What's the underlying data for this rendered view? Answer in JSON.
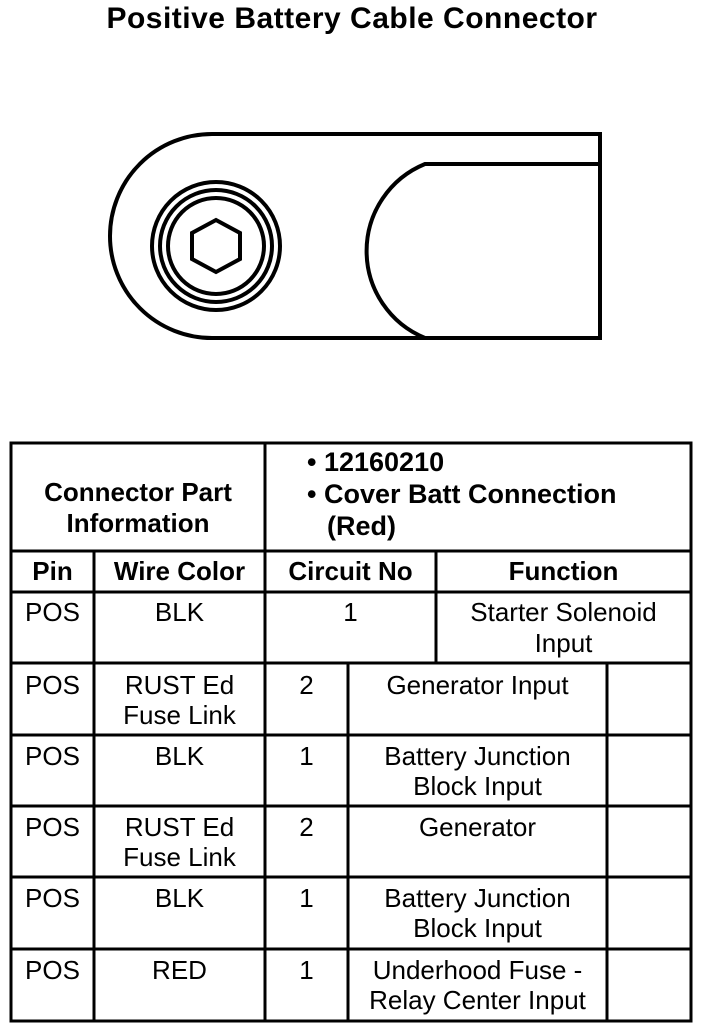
{
  "title": "Positive Battery Cable Connector",
  "part_info": {
    "label_line1": "Connector Part",
    "label_line2": "Information",
    "bullets": [
      "12160210",
      "Cover Batt Connection",
      "(Red)"
    ]
  },
  "columns": {
    "pin": "Pin",
    "wire_color": "Wire Color",
    "circuit_no": "Circuit No",
    "function": "Function"
  },
  "rows": [
    {
      "pin": "POS",
      "wire": [
        "BLK"
      ],
      "circuit": "1",
      "function": [
        "Starter Solenoid",
        "Input"
      ]
    },
    {
      "pin": "POS",
      "wire": [
        "RUST Ed",
        "Fuse Link"
      ],
      "circuit": "2",
      "function": [
        "Generator Input"
      ]
    },
    {
      "pin": "POS",
      "wire": [
        "BLK"
      ],
      "circuit": "1",
      "function": [
        "Battery Junction",
        "Block Input"
      ]
    },
    {
      "pin": "POS",
      "wire": [
        "RUST Ed",
        "Fuse Link"
      ],
      "circuit": "2",
      "function": [
        "Generator"
      ]
    },
    {
      "pin": "POS",
      "wire": [
        "BLK"
      ],
      "circuit": "1",
      "function": [
        "Battery Junction",
        "Block Input"
      ]
    },
    {
      "pin": "POS",
      "wire": [
        "RED"
      ],
      "circuit": "1",
      "function": [
        "Underhood Fuse -",
        "Relay Center Input"
      ]
    }
  ]
}
